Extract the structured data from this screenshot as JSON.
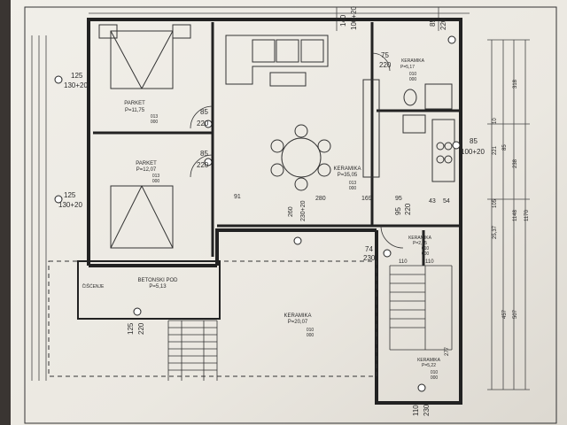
{
  "rooms": [
    {
      "name": "PARKET",
      "area": "P=11,75",
      "code": "013",
      "code2": "000"
    },
    {
      "name": "PARKET",
      "area": "P=12,07",
      "code": "013",
      "code2": "000"
    },
    {
      "name": "BETONSKI POD",
      "area": "P=5,13"
    },
    {
      "name": "KERAMIKA",
      "area": "P=35,05",
      "code": "013",
      "code2": "000"
    },
    {
      "name": "KERAMIKA",
      "area": "P=5,17",
      "code": "010",
      "code2": "000"
    },
    {
      "name": "KERAMIKA",
      "area": "P=2,65",
      "code": "010",
      "code2": "000"
    },
    {
      "name": "KERAMIKA",
      "area": "P=20,07",
      "code": "010",
      "code2": "000"
    },
    {
      "name": "KERAMIKA",
      "area": "P=5,22",
      "code": "010",
      "code2": "000"
    }
  ],
  "labels": {
    "w125a": "125",
    "w130a": "130+20",
    "w125b": "125",
    "w130b": "130+20",
    "d85a": "85",
    "d220a": "220",
    "d85b": "85",
    "d220b": "220",
    "d75": "75",
    "d220c": "220",
    "d85c": "85",
    "d100c": "100+20",
    "d95": "95",
    "d220d": "220",
    "d74": "74",
    "d230": "230",
    "d125c": "125",
    "d220e": "220",
    "d110": "110",
    "d230b": "230",
    "top140": "140",
    "top100": "100+20",
    "top85": "85",
    "top220": "220",
    "m91": "91",
    "m280": "280",
    "m169": "169",
    "m95": "95",
    "m43": "43",
    "m54": "54",
    "v260": "260",
    "v230": "230+20",
    "v110a": "110",
    "v110b": "110",
    "r1148": "1148",
    "r1170": "1170",
    "r238": "238",
    "r318": "318",
    "r457": "457",
    "r507": "507",
    "r221": "221",
    "r105": "105",
    "r85": "85",
    "r10": "10",
    "r2537": "25,37",
    "r277": "277",
    "ciscoje": "ČIŠĆENJE"
  }
}
